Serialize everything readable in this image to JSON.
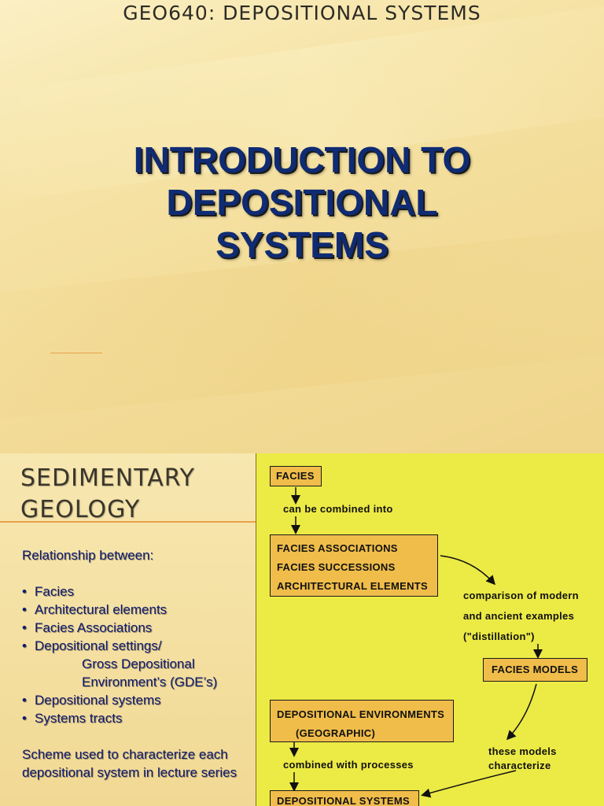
{
  "slide1": {
    "course": "GEO640: DEPOSITIONAL SYSTEMS",
    "title_lines": [
      "INTRODUCTION TO",
      "DEPOSITIONAL",
      "SYSTEMS"
    ]
  },
  "slide2": {
    "title_lines": [
      "SEDIMENTARY",
      "GEOLOGY"
    ],
    "lead": "Relationship between:",
    "bullets": [
      "Facies",
      "Architectural elements",
      "Facies Associations",
      "Depositional settings/"
    ],
    "continuation": [
      "Gross Depositional",
      "Environment’s (GDE’s)"
    ],
    "bullets2": [
      "Depositional systems",
      "Systems tracts"
    ],
    "scheme": "Scheme used to characterize each depositional system in lecture series",
    "diagram": {
      "facies": "FACIES",
      "combined_into": "can be combined into",
      "assoc": [
        "FACIES ASSOCIATIONS",
        "FACIES SUCCESSIONS",
        "ARCHITECTURAL ELEMENTS"
      ],
      "comparison": [
        "comparison of modern",
        "and ancient examples",
        "(\"distillation\")"
      ],
      "models": "FACIES MODELS",
      "environments": "DEPOSITIONAL ENVIRONMENTS",
      "geographic": "(GEOGRAPHIC)",
      "characterize": [
        "these models",
        "characterize"
      ],
      "combined_with": "combined with processes",
      "systems": "DEPOSITIONAL SYSTEMS"
    }
  }
}
